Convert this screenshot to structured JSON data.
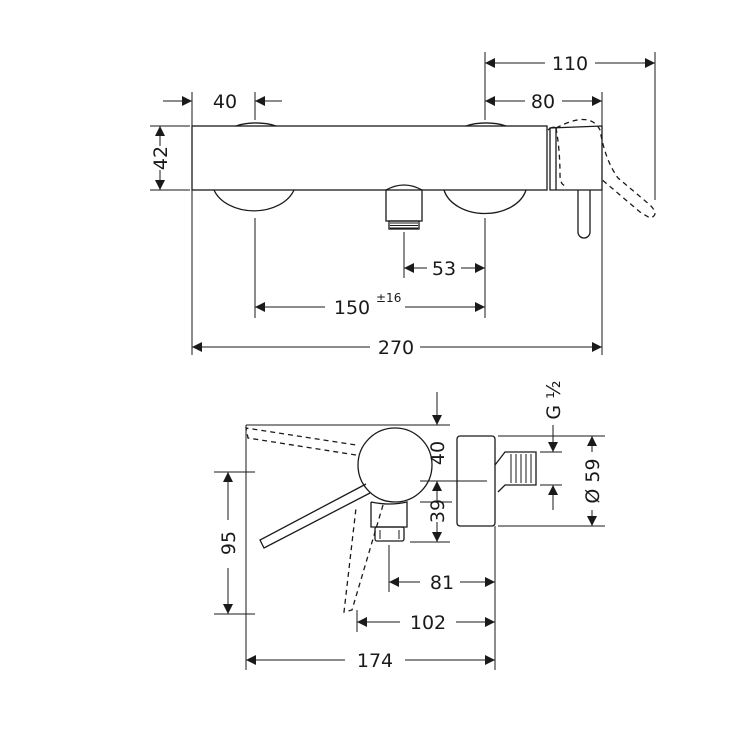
{
  "top_view": {
    "dims": {
      "total_width": "270",
      "handle_projection": "110",
      "handle_axis": "80",
      "height": "42",
      "inlet_offset": "40",
      "outlet_offset": "53",
      "inlet_spacing": "150",
      "inlet_spacing_tolerance": "±16"
    }
  },
  "side_view": {
    "dims": {
      "lever_height": "95",
      "total_depth": "174",
      "depth_102": "102",
      "depth_81": "81",
      "upper_offset": "40",
      "lower_offset": "39",
      "diameter": "Ø 59",
      "thread": "G ½"
    }
  },
  "colors": {
    "line": "#1a1a1a",
    "background": "#ffffff"
  }
}
